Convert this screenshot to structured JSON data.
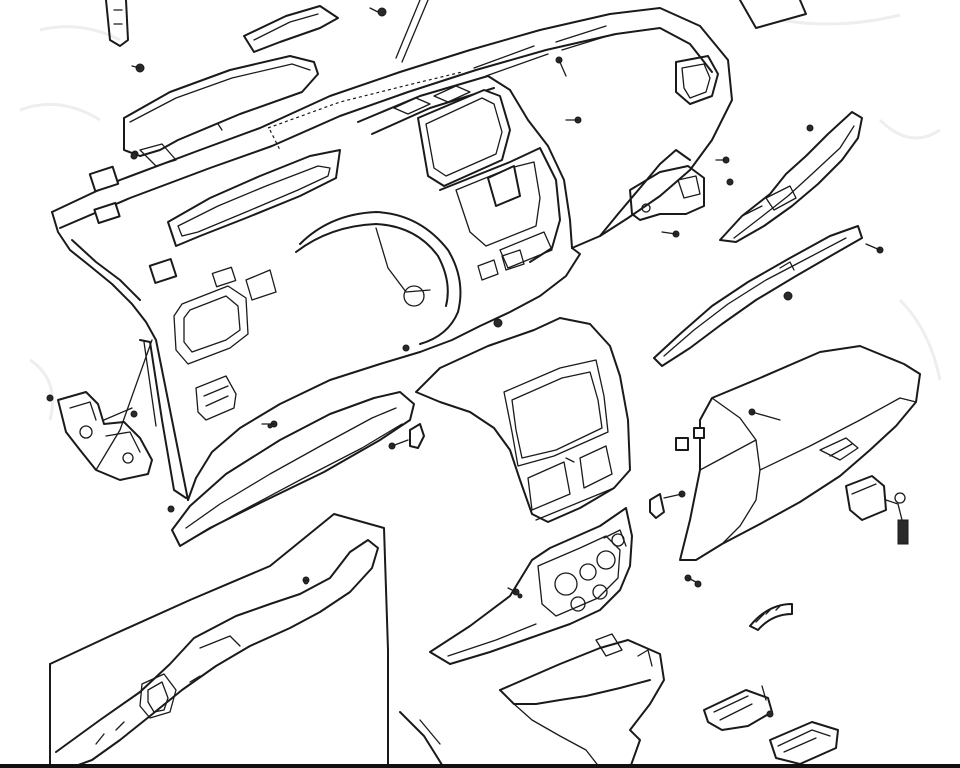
{
  "diagram": {
    "kind": "exploded-parts-view",
    "colors": {
      "line": "#1a1a1a",
      "background": "#ffffff",
      "border": "#111111"
    },
    "parts": [
      "instrument-panel",
      "defroster-grille",
      "side-defroster-vent-left",
      "side-defroster-vent-right",
      "center-cluster-opening",
      "steering-column-opening",
      "knee-bolster-panel",
      "center-console-bezel",
      "audio-climate-bezel",
      "right-upper-trim-garnish",
      "right-lower-trim-strip",
      "glove-box",
      "glove-box-lock",
      "lower-left-cover-panel",
      "lower-finish-panel-with-vents",
      "ashtray-assembly",
      "ashtray-insert",
      "center-console-box",
      "left-mounting-bracket",
      "hazard-switch-arc",
      "fasteners"
    ]
  }
}
